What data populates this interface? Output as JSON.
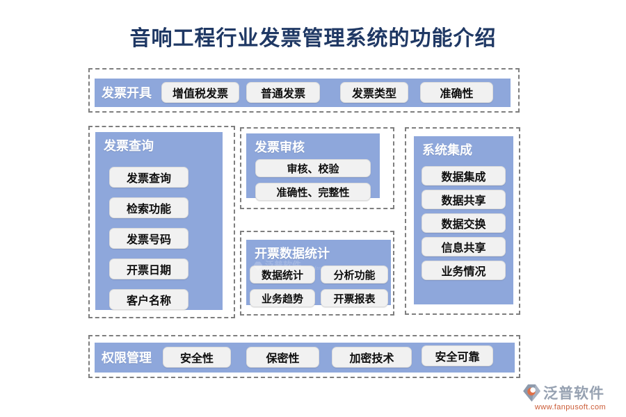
{
  "title": "音响工程行业发票管理系统的功能介绍",
  "sections": {
    "invoice_issue": {
      "label": "发票开具",
      "items": [
        "增值税发票",
        "普通发票",
        "发票类型",
        "准确性"
      ]
    },
    "invoice_query": {
      "label": "发票查询",
      "items": [
        "发票查询",
        "检索功能",
        "发票号码",
        "开票日期",
        "客户名称"
      ]
    },
    "invoice_audit": {
      "label": "发票审核",
      "items": [
        "审核、校验",
        "准确性、完整性"
      ]
    },
    "billing_stats": {
      "label": "开票数据统计",
      "items": [
        "数据统计",
        "分析功能",
        "业务趋势",
        "开票报表"
      ]
    },
    "system_integration": {
      "label": "系统集成",
      "items": [
        "数据集成",
        "数据共享",
        "数据交换",
        "信息共享",
        "业务情况"
      ]
    },
    "permission": {
      "label": "权限管理",
      "items": [
        "安全性",
        "保密性",
        "加密技术",
        "安全可靠"
      ]
    }
  },
  "watermark": {
    "brand": "泛普软件",
    "url": "www.fanpusoft.com"
  },
  "footer": {
    "brand": "泛普软件",
    "url": "www.fanpusoft.com"
  },
  "colors": {
    "panel_blue": "#8ea7db",
    "title_navy": "#1f3864",
    "pill_bg": "#f1f1f1",
    "pill_border": "#dbdbdb",
    "dash_grey": "#7e7e7e",
    "brand_text_grey": "#96a1b1",
    "brand_url_orange": "#cb5b36",
    "logo_slate": "#8c99ab",
    "logo_orange": "#df7048"
  }
}
